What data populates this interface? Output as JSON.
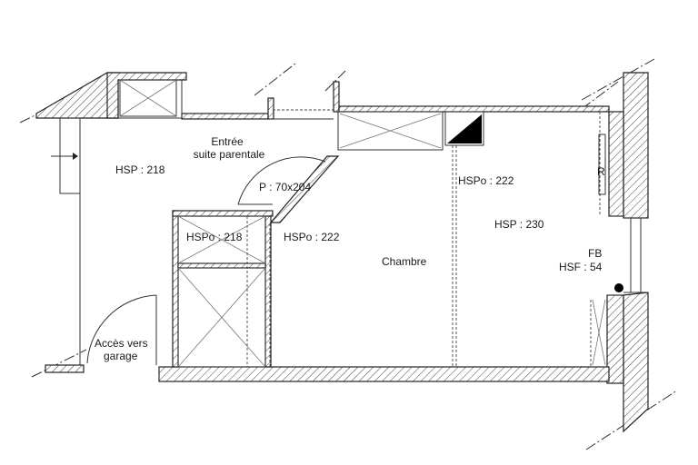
{
  "labels": {
    "hsp_218": "HSP : 218",
    "entree_line1": "Entrée",
    "entree_line2": "suite parentale",
    "porte": "P : 70x204",
    "hspo_222_top": "HSPo : 222",
    "hsp_230": "HSP : 230",
    "hspo_218": "HSPo : 218",
    "hspo_222_mid": "HSPo : 222",
    "chambre": "Chambre",
    "fb": "FB",
    "hsf_54": "HSF : 54",
    "radiator": "R",
    "acces_line1": "Accès vers",
    "acces_line2": "garage"
  },
  "icons": {
    "entry_arrow": "arrow-right-icon",
    "radiator": "radiator-icon",
    "fixture_marker": "dot-icon"
  },
  "colors": {
    "line": "#222222",
    "hatch": "#444444",
    "fill_dark": "#000000",
    "background": "#ffffff"
  }
}
